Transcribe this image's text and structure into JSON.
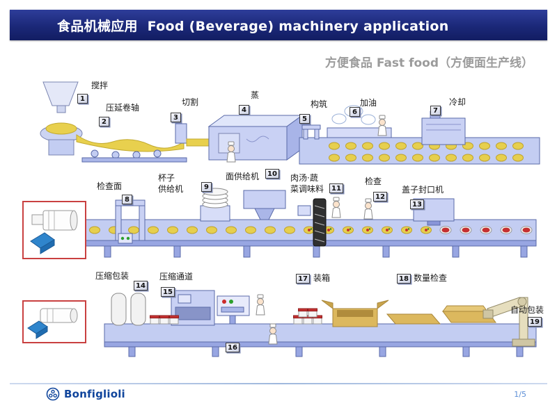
{
  "header": {
    "title": "食品机械应用  Food (Beverage) machinery application"
  },
  "subtitle": "方便食品 Fast food（方便面生产线）",
  "stations": [
    {
      "num": "1",
      "label": "搅拌"
    },
    {
      "num": "2",
      "label": "压延卷轴"
    },
    {
      "num": "3",
      "label": "切割"
    },
    {
      "num": "4",
      "label": "蒸"
    },
    {
      "num": "5",
      "label": "构筑"
    },
    {
      "num": "6",
      "label": "加油"
    },
    {
      "num": "7",
      "label": "冷却"
    },
    {
      "num": "8",
      "label": "检查面"
    },
    {
      "num": "9",
      "label": "杯子\n供给机"
    },
    {
      "num": "10",
      "label": "面供给机"
    },
    {
      "num": "11",
      "label": "肉汤·蔬\n菜调味料"
    },
    {
      "num": "12",
      "label": "检查"
    },
    {
      "num": "13",
      "label": "盖子封口机"
    },
    {
      "num": "14",
      "label": "压缩包装"
    },
    {
      "num": "15",
      "label": "压缩通道"
    },
    {
      "num": "16",
      "label": ""
    },
    {
      "num": "17",
      "label": "装箱"
    },
    {
      "num": "18",
      "label": "数量检查"
    },
    {
      "num": "19",
      "label": "自动包装"
    }
  ],
  "footer": {
    "brand": "Bonfiglioli",
    "page": "1/5"
  },
  "colors": {
    "header_navy": "#1b2878",
    "brand_blue": "#10459c",
    "inset_border_red": "#c94040",
    "machine_periwinkle": "#c9d1f4",
    "noodle_yellow": "#e6cf4e"
  }
}
